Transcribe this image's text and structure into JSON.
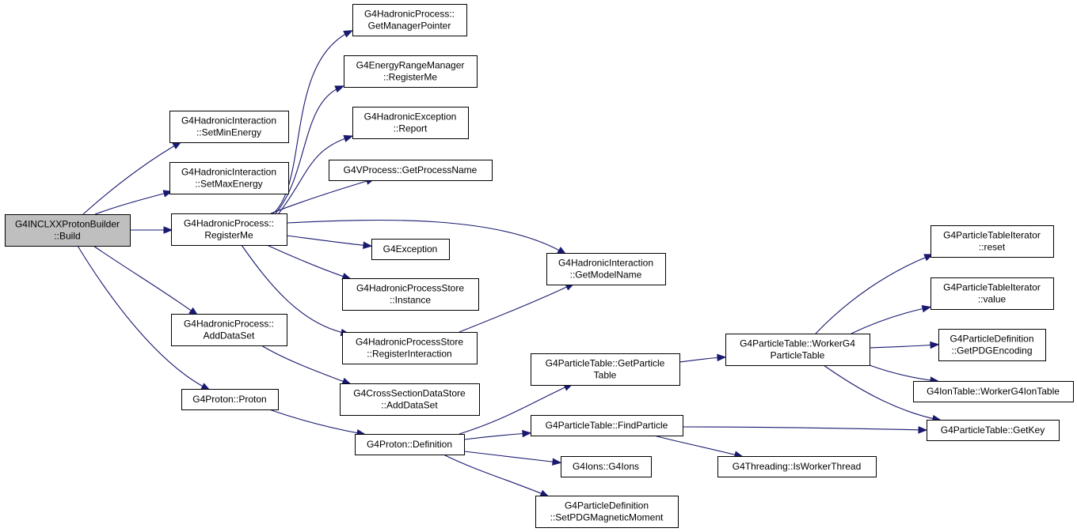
{
  "colors": {
    "edge": "#191970",
    "root_fill": "#bfbfbf",
    "node_fill": "#ffffff",
    "border": "#000000"
  },
  "nodes": [
    {
      "id": "build",
      "lines": [
        "G4INCLXXProtonBuilder",
        "::Build"
      ],
      "root": true
    },
    {
      "id": "setmin",
      "lines": [
        "G4HadronicInteraction",
        "::SetMinEnergy"
      ]
    },
    {
      "id": "setmax",
      "lines": [
        "G4HadronicInteraction",
        "::SetMaxEnergy"
      ]
    },
    {
      "id": "regme",
      "lines": [
        "G4HadronicProcess::",
        "RegisterMe"
      ]
    },
    {
      "id": "adddata",
      "lines": [
        "G4HadronicProcess::",
        "AddDataSet"
      ]
    },
    {
      "id": "proton",
      "lines": [
        "G4Proton::Proton"
      ]
    },
    {
      "id": "getmgr",
      "lines": [
        "G4HadronicProcess::",
        "GetManagerPointer"
      ]
    },
    {
      "id": "erm",
      "lines": [
        "G4EnergyRangeManager",
        "::RegisterMe"
      ]
    },
    {
      "id": "hexc",
      "lines": [
        "G4HadronicException",
        "::Report"
      ]
    },
    {
      "id": "procname",
      "lines": [
        "G4VProcess::GetProcessName"
      ]
    },
    {
      "id": "g4exc",
      "lines": [
        "G4Exception"
      ]
    },
    {
      "id": "hpsinst",
      "lines": [
        "G4HadronicProcessStore",
        "::Instance"
      ]
    },
    {
      "id": "hpsreg",
      "lines": [
        "G4HadronicProcessStore",
        "::RegisterInteraction"
      ]
    },
    {
      "id": "modelname",
      "lines": [
        "G4HadronicInteraction",
        "::GetModelName"
      ]
    },
    {
      "id": "csds",
      "lines": [
        "G4CrossSectionDataStore",
        "::AddDataSet"
      ]
    },
    {
      "id": "pdef",
      "lines": [
        "G4Proton::Definition"
      ]
    },
    {
      "id": "gpt",
      "lines": [
        "G4ParticleTable::GetParticle",
        "Table"
      ]
    },
    {
      "id": "findp",
      "lines": [
        "G4ParticleTable::FindParticle"
      ]
    },
    {
      "id": "ions",
      "lines": [
        "G4Ions::G4Ions"
      ]
    },
    {
      "id": "setpdg",
      "lines": [
        "G4ParticleDefinition",
        "::SetPDGMagneticMoment"
      ]
    },
    {
      "id": "worker",
      "lines": [
        "G4ParticleTable::WorkerG4",
        "ParticleTable"
      ]
    },
    {
      "id": "isworker",
      "lines": [
        "G4Threading::IsWorkerThread"
      ]
    },
    {
      "id": "reset",
      "lines": [
        "G4ParticleTableIterator",
        "::reset"
      ]
    },
    {
      "id": "value",
      "lines": [
        "G4ParticleTableIterator",
        "::value"
      ]
    },
    {
      "id": "getpdg",
      "lines": [
        "G4ParticleDefinition",
        "::GetPDGEncoding"
      ]
    },
    {
      "id": "iontable",
      "lines": [
        "G4IonTable::WorkerG4IonTable"
      ]
    },
    {
      "id": "getkey",
      "lines": [
        "G4ParticleTable::GetKey"
      ]
    }
  ],
  "edges": [
    [
      "build",
      "setmin"
    ],
    [
      "build",
      "setmax"
    ],
    [
      "build",
      "regme"
    ],
    [
      "build",
      "adddata"
    ],
    [
      "build",
      "proton"
    ],
    [
      "regme",
      "getmgr"
    ],
    [
      "regme",
      "erm"
    ],
    [
      "regme",
      "hexc"
    ],
    [
      "regme",
      "procname"
    ],
    [
      "regme",
      "modelname"
    ],
    [
      "regme",
      "g4exc"
    ],
    [
      "regme",
      "hpsinst"
    ],
    [
      "regme",
      "hpsreg"
    ],
    [
      "hpsreg",
      "modelname"
    ],
    [
      "adddata",
      "csds"
    ],
    [
      "proton",
      "pdef"
    ],
    [
      "pdef",
      "gpt"
    ],
    [
      "pdef",
      "findp"
    ],
    [
      "pdef",
      "ions"
    ],
    [
      "pdef",
      "setpdg"
    ],
    [
      "gpt",
      "worker"
    ],
    [
      "findp",
      "getkey"
    ],
    [
      "findp",
      "isworker"
    ],
    [
      "worker",
      "reset"
    ],
    [
      "worker",
      "value"
    ],
    [
      "worker",
      "getpdg"
    ],
    [
      "worker",
      "iontable"
    ],
    [
      "worker",
      "getkey"
    ]
  ]
}
